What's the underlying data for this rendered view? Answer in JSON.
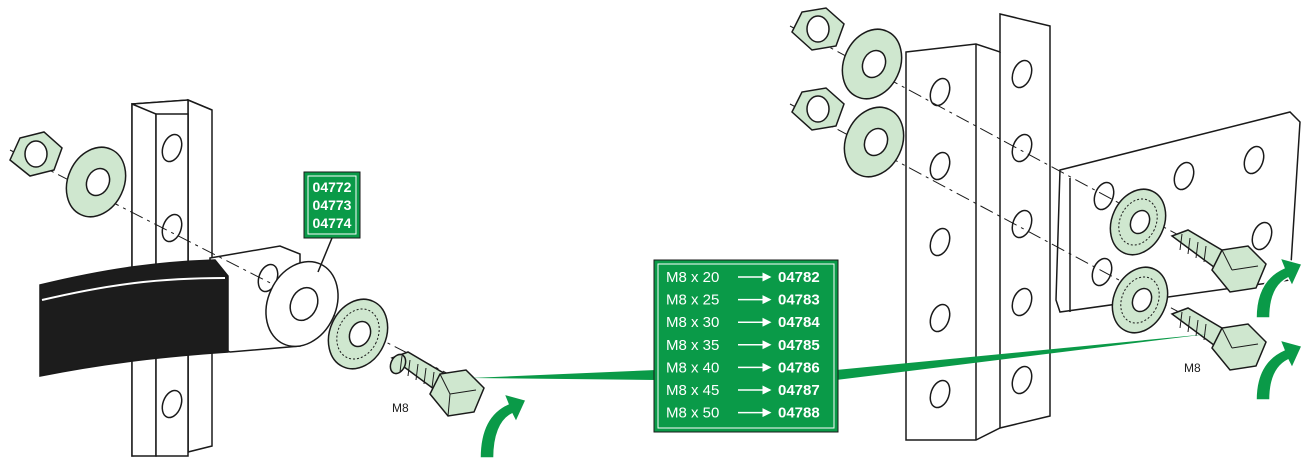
{
  "colors": {
    "green_label": "#0a9a48",
    "hardware_fill": "#cfe7cf",
    "outline": "#1a1a1a",
    "flexible_bar": "#1c1c1c",
    "plate_fill": "#ffffff",
    "arrow_fill": "#0a9a48"
  },
  "washer_part_numbers": [
    "04772",
    "04773",
    "04774"
  ],
  "bolt_table": [
    {
      "size": "M8 x 20",
      "arrow": "→",
      "ref": "04782"
    },
    {
      "size": "M8 x 25",
      "arrow": "→",
      "ref": "04783"
    },
    {
      "size": "M8 x 30",
      "arrow": "→",
      "ref": "04784"
    },
    {
      "size": "M8 x 35",
      "arrow": "→",
      "ref": "04785"
    },
    {
      "size": "M8 x 40",
      "arrow": "→",
      "ref": "04786"
    },
    {
      "size": "M8 x 45",
      "arrow": "→",
      "ref": "04787"
    },
    {
      "size": "M8 x 50",
      "arrow": "→",
      "ref": "04788"
    }
  ],
  "bolt_labels": {
    "left": "M8",
    "right": "M8"
  },
  "icons": [
    "nut-icon",
    "washer-icon",
    "serrated-washer-icon",
    "bolt-icon",
    "rotate-arrow-icon"
  ]
}
